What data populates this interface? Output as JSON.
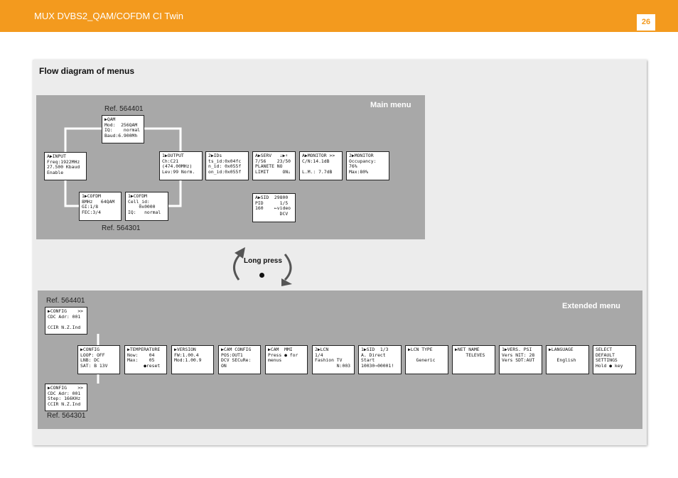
{
  "header": {
    "title": "MUX DVBS2_QAM/COFDM CI Twin",
    "page_number": "26",
    "accent_color": "#f39a1e"
  },
  "section_title": "Flow diagram of menus",
  "main_menu": {
    "label": "Main menu",
    "ref_top": "Ref. 564401",
    "ref_bottom": "Ref. 564301",
    "screens": {
      "qam": "▶QAM\nMod:  256QAM\nIQ:    normal\nBaud:6.900Mh",
      "input": "A▶INPUT\nFreq:1922MHz\n27.500 Kbaud\nEnable",
      "cofdm1": "1▶COFDM\n8MHz   64QAM\nGI:1/8\nFEC:3/4",
      "cofdm2": "1▶COFDM\nCell_id:\n    0x0000\nIQ:   normal",
      "output": "1▶OUTPUT\nCh:C21\n(474.00MHz)\nLev:99 Norm.",
      "ids": "2▶IDs\nts_id:0x04fc\nn_id: 0x055f\non_id:0x055f",
      "serv": "A▶SERV   ⇣▶⇡\n7/56    23/50\nPLANETE NO\nLIMIT     ON⇣",
      "monitor1": "A▶MONITOR >>\nC/N:14.1dB\n\nL.M.: 7.7dB",
      "monitor2": "2▶MONITOR\nOccupancy:\n76%\nMax:80%",
      "sid": "A▶SID  29800\nPID      1/5\n160    ⇜video\n         DCV"
    }
  },
  "long_press": {
    "label": "Long press"
  },
  "extended_menu": {
    "label": "Extended menu",
    "ref_top": "Ref. 564401",
    "ref_bottom": "Ref. 564301",
    "screens": {
      "config_top": "▶CONFIG    >>\nCDC Adr: 001\n\nCCIR N.Z.Ind",
      "config_bottom": "▶CONFIG    >>\nCDC Adr: 001\nStep: 166KHz\nCCIR N.Z.Ind",
      "config_mid": "▶CONFIG\nLOOP: OFF\nLNB: DC\nSAT: B 13V",
      "temperature": "▶TEMPERATURE\nNow:    04\nMax:    05\n      ●reset",
      "version": "▶VERSION\nFW:1.00.4\nMod:1.00.9",
      "cam_config": "▶CAM CONFIG\nPOS:OUT1\nDCV SECuRe:\nON",
      "cam_mmi": "▶CAM  MMI\nPress ● for\nmenus",
      "lcn": "2▶LCN\n1/4\nFashion TV\n        N:003",
      "sid_ext": "1▶SID  1/3\nA. Direct\nStart\n10030⇒00001!",
      "lcn_type": "▶LCN TYPE\n\n   Generic",
      "net_name": "▶NET NAME\n    TELEVES",
      "vers_psi": "1▶VERS. PSI\nVers NIT: 28\nVers SDT:AUT",
      "language": "▶LANGUAGE\n\n   English",
      "select_default": "SELECT\nDEFAULT\nSETTINGS\nHold ● key"
    }
  }
}
